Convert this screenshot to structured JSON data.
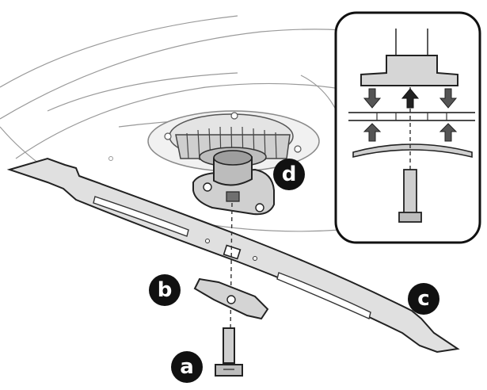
{
  "callouts": {
    "a": "a",
    "b": "b",
    "c": "c",
    "d": "d"
  },
  "colors": {
    "label_fill": "#111111",
    "label_text": "#ffffff",
    "part_fill": "#d9d9d9",
    "part_dark": "#7a7a7a",
    "line": "#222222",
    "faint": "#a8a8a8"
  }
}
